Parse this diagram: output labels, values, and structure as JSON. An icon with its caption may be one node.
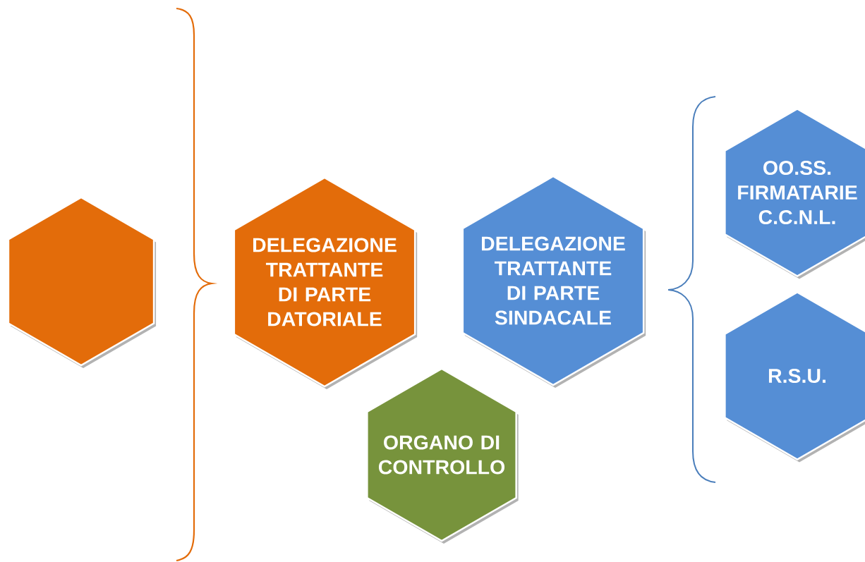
{
  "diagram": {
    "nodes": [
      {
        "text": [],
        "shape": "hexagon"
      },
      {
        "text": [
          "DELEGAZIONE TRATTANTE DI PARTE DATORIALE"
        ]
      },
      {
        "text": [
          "DELEGAZIONE TRATTANTE DI PARTE SINDACALE"
        ]
      },
      {
        "text": [
          "ORGANO DI CONTROLLO"
        ]
      },
      {
        "text": [
          "OO.SS. FIRMATARIE C.C.N.L."
        ]
      },
      {
        "text": [
          "R.S.U."
        ]
      }
    ]
  }
}
